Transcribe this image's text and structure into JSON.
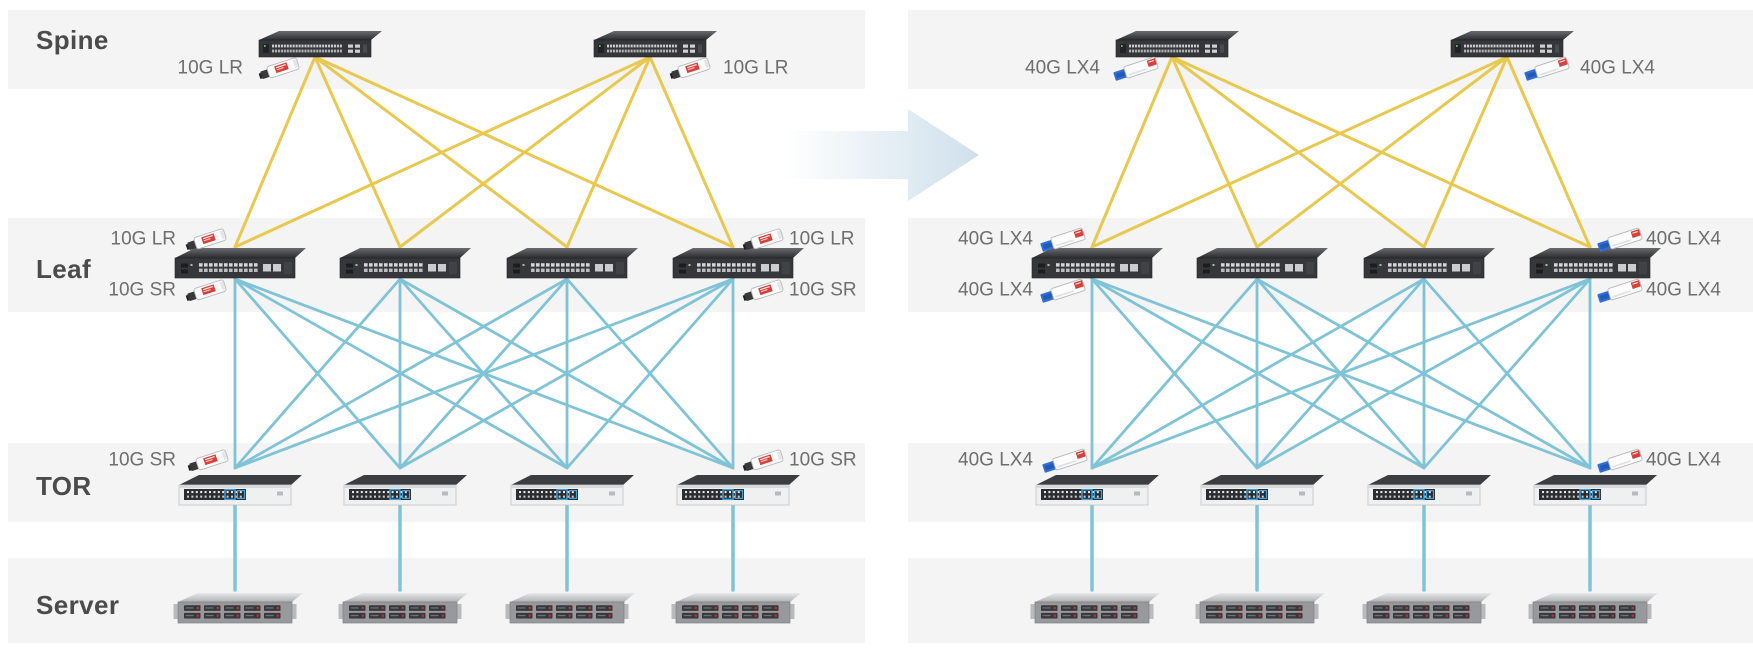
{
  "diagram_type": "spine-leaf-datacenter-upgrade-topology",
  "colors": {
    "background": "#ffffff",
    "row_band": "#f4f4f5",
    "spine_link": "#e8c84e",
    "leaf_link": "#7fc3d6",
    "row_label_text": "#4b4b4b",
    "optic_label_text": "#6e6e6e",
    "arrow_gradient_start": "#ffffff",
    "arrow_gradient_end": "#cfe0ec",
    "sfp_accent": "#d8403a",
    "qsfp_accent": "#2f6fd6"
  },
  "rows": [
    {
      "id": "spine",
      "label": "Spine"
    },
    {
      "id": "leaf",
      "label": "Leaf"
    },
    {
      "id": "tor",
      "label": "TOR"
    },
    {
      "id": "server",
      "label": "Server"
    }
  ],
  "arrow": {
    "direction": "right"
  },
  "panels": [
    {
      "id": "before",
      "optic": "sfp",
      "devices": {
        "spine_count": 2,
        "leaf_count": 4,
        "tor_count": 4,
        "server_count": 4
      },
      "optic_labels": {
        "spine_left": "10G LR",
        "spine_right": "10G LR",
        "leaf_uplink_left": "10G LR",
        "leaf_uplink_right": "10G LR",
        "leaf_downlink_left": "10G SR",
        "leaf_downlink_right": "10G SR",
        "tor_left": "10G SR",
        "tor_right": "10G SR"
      }
    },
    {
      "id": "after",
      "optic": "qsfp",
      "devices": {
        "spine_count": 2,
        "leaf_count": 4,
        "tor_count": 4,
        "server_count": 4
      },
      "optic_labels": {
        "spine_left": "40G LX4",
        "spine_right": "40G LX4",
        "leaf_uplink_left": "40G LX4",
        "leaf_uplink_right": "40G LX4",
        "leaf_downlink_left": "40G LX4",
        "leaf_downlink_right": "40G LX4",
        "tor_left": "40G LX4",
        "tor_right": "40G LX4"
      }
    }
  ]
}
